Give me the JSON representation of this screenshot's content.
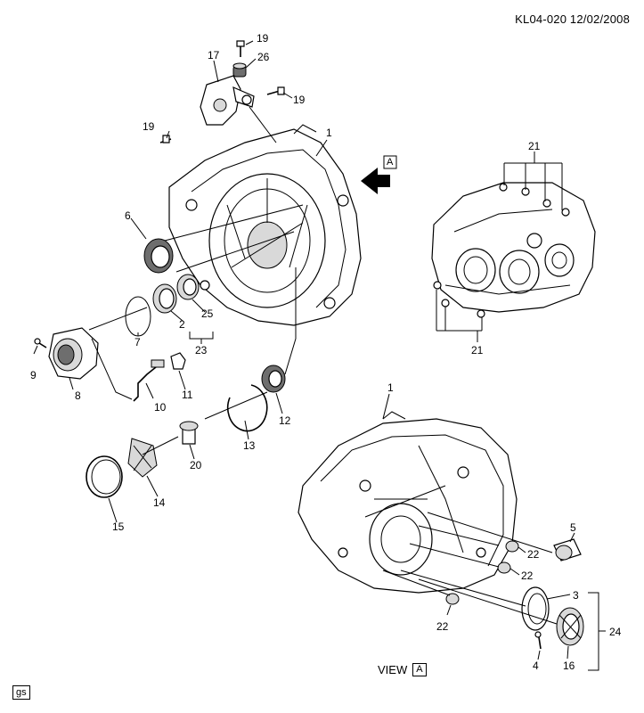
{
  "header": {
    "code": "KL04-020 12/02/2008"
  },
  "view_label": "VIEW",
  "view_letter": "A",
  "arrow_letter": "A",
  "footer_tag": "gs",
  "callouts": [
    {
      "id": "c19a",
      "text": "19"
    },
    {
      "id": "c17",
      "text": "17"
    },
    {
      "id": "c26",
      "text": "26"
    },
    {
      "id": "c19b",
      "text": "19"
    },
    {
      "id": "c19c",
      "text": "19"
    },
    {
      "id": "c1a",
      "text": "1"
    },
    {
      "id": "c21a",
      "text": "21"
    },
    {
      "id": "c6",
      "text": "6"
    },
    {
      "id": "c2",
      "text": "2"
    },
    {
      "id": "c25",
      "text": "25"
    },
    {
      "id": "c23",
      "text": "23"
    },
    {
      "id": "c7",
      "text": "7"
    },
    {
      "id": "c9",
      "text": "9"
    },
    {
      "id": "c8",
      "text": "8"
    },
    {
      "id": "c10",
      "text": "10"
    },
    {
      "id": "c11",
      "text": "11"
    },
    {
      "id": "c21b",
      "text": "21"
    },
    {
      "id": "c13",
      "text": "13"
    },
    {
      "id": "c12",
      "text": "12"
    },
    {
      "id": "c1b",
      "text": "1"
    },
    {
      "id": "c20",
      "text": "20"
    },
    {
      "id": "c14",
      "text": "14"
    },
    {
      "id": "c15",
      "text": "15"
    },
    {
      "id": "c5",
      "text": "5"
    },
    {
      "id": "c22a",
      "text": "22"
    },
    {
      "id": "c22b",
      "text": "22"
    },
    {
      "id": "c3",
      "text": "3"
    },
    {
      "id": "c22c",
      "text": "22"
    },
    {
      "id": "c24",
      "text": "24"
    },
    {
      "id": "c4",
      "text": "4"
    },
    {
      "id": "c16",
      "text": "16"
    }
  ]
}
